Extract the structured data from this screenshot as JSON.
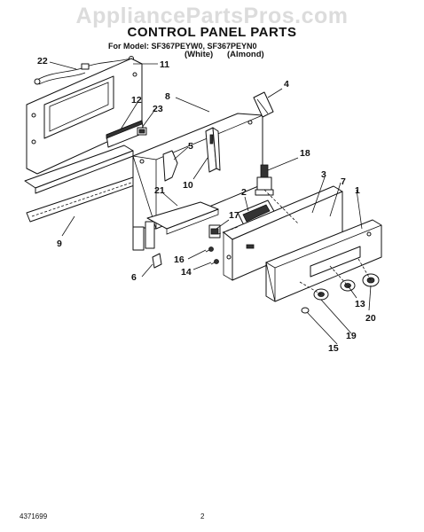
{
  "watermark": "AppliancePartsPros.com",
  "title": "CONTROL PANEL PARTS",
  "model_line": "For Model: SF367PEYW0, SF367PEYN0",
  "colors": {
    "white": "(White)",
    "almond": "(Almond)"
  },
  "callouts": [
    "1",
    "2",
    "3",
    "4",
    "5",
    "6",
    "7",
    "8",
    "9",
    "10",
    "11",
    "12",
    "13",
    "14",
    "15",
    "16",
    "17",
    "18",
    "19",
    "20",
    "21",
    "22",
    "23"
  ],
  "footer": {
    "doc_number": "4371699",
    "page": "2"
  }
}
